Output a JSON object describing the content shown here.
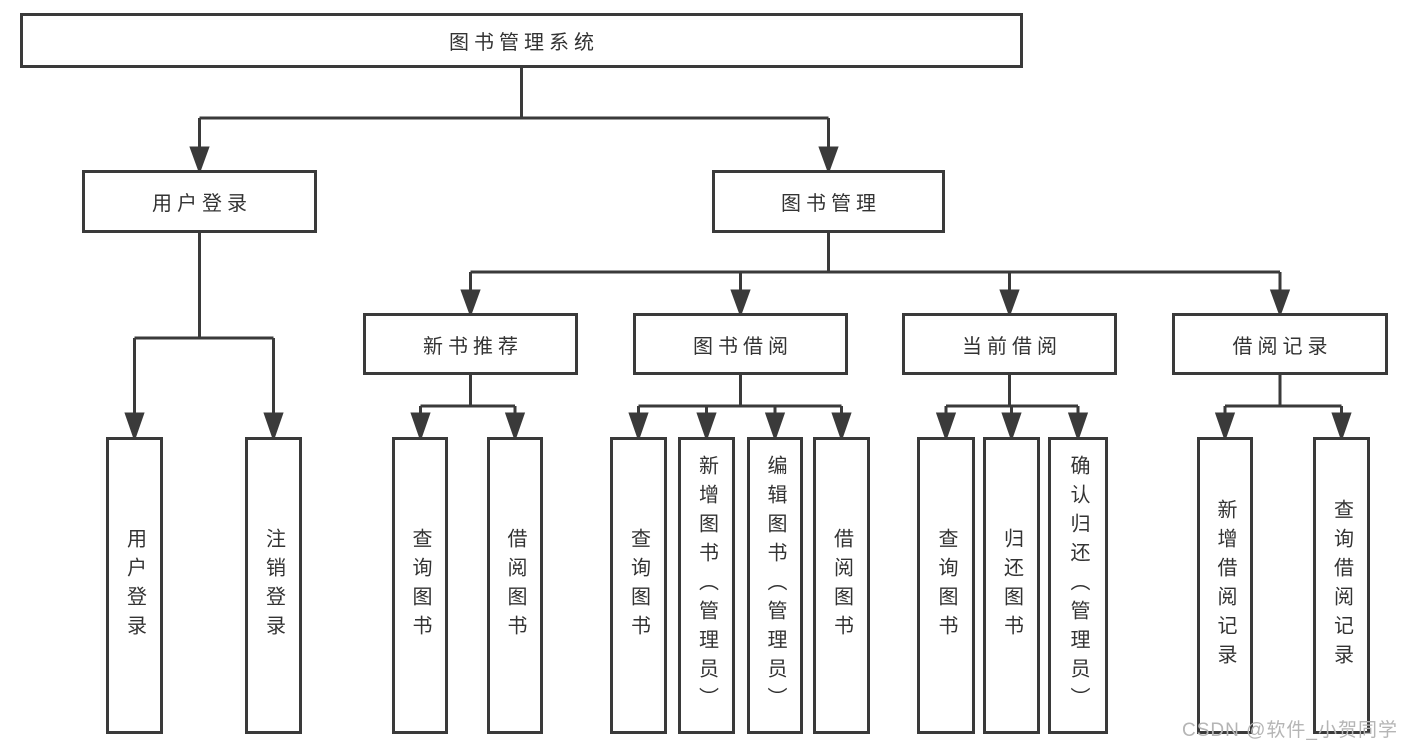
{
  "diagram_title": "图书管理系统",
  "tree": {
    "label": "图书管理系统",
    "children": [
      {
        "label": "用户登录",
        "children": [
          {
            "label": "用户登录"
          },
          {
            "label": "注销登录"
          }
        ]
      },
      {
        "label": "图书管理",
        "children": [
          {
            "label": "新书推荐",
            "children": [
              {
                "label": "查询图书"
              },
              {
                "label": "借阅图书"
              }
            ]
          },
          {
            "label": "图书借阅",
            "children": [
              {
                "label": "查询图书"
              },
              {
                "label": "新增图书（管理员）"
              },
              {
                "label": "编辑图书（管理员）"
              },
              {
                "label": "借阅图书"
              }
            ]
          },
          {
            "label": "当前借阅",
            "children": [
              {
                "label": "查询图书"
              },
              {
                "label": "归还图书"
              },
              {
                "label": "确认归还（管理员）"
              }
            ]
          },
          {
            "label": "借阅记录",
            "children": [
              {
                "label": "新增借阅记录"
              },
              {
                "label": "查询借阅记录"
              }
            ]
          }
        ]
      }
    ]
  },
  "watermark": {
    "text": "CSDN @软件_小贺同学",
    "color": "#b5b5b5"
  },
  "colors": {
    "line": "#3a3a3a",
    "box_border": "#3a3a3a",
    "text": "#333333",
    "background": "#ffffff"
  }
}
